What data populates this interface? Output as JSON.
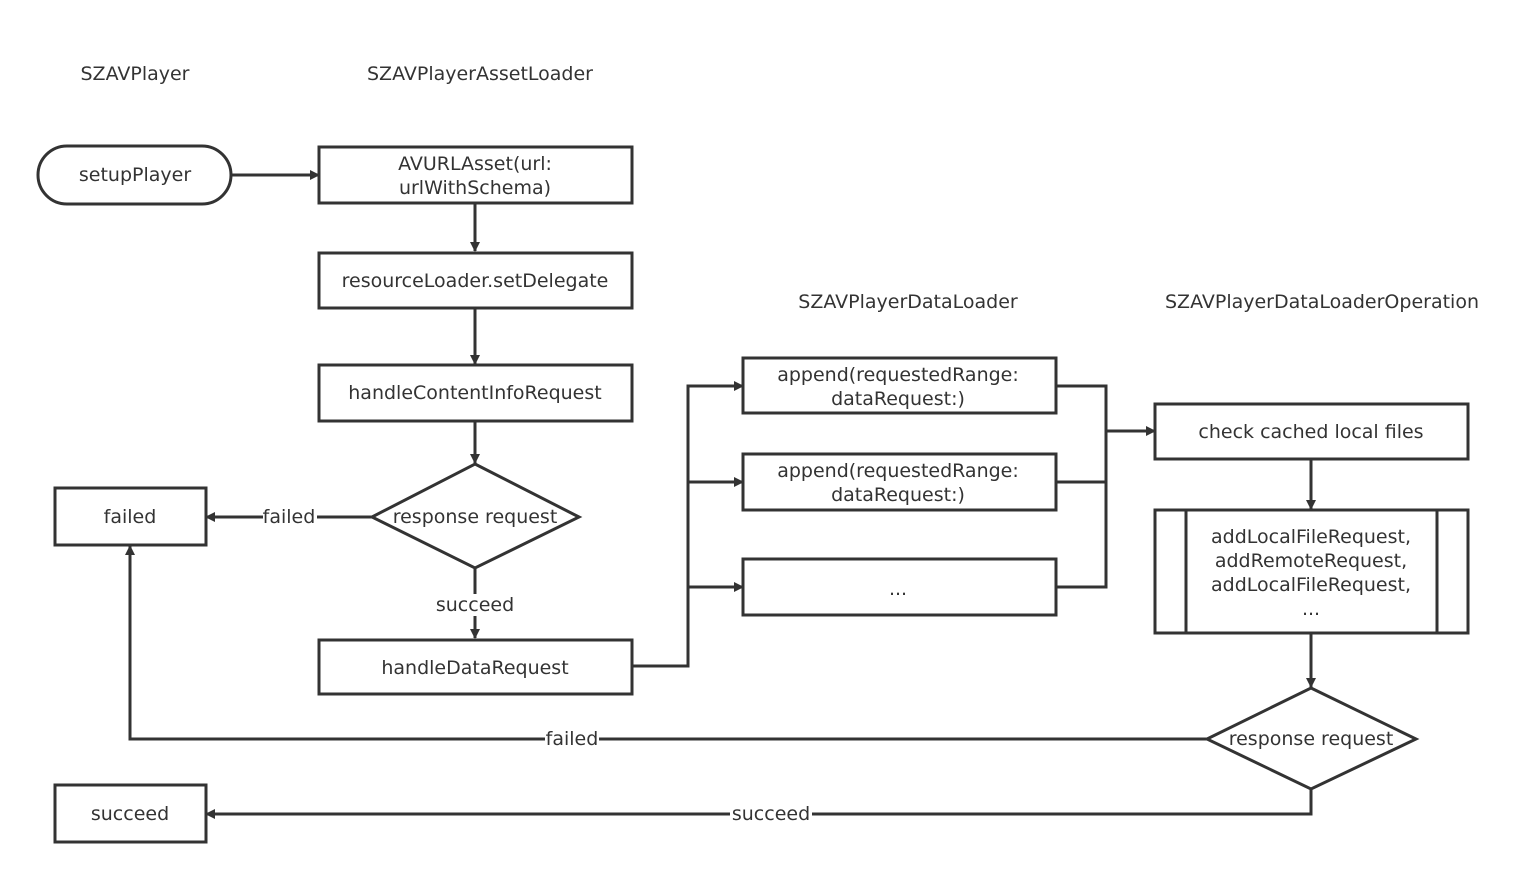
{
  "headers": {
    "player": "SZAVPlayer",
    "asset_loader": "SZAVPlayerAssetLoader",
    "data_loader": "SZAVPlayerDataLoader",
    "data_loader_operation": "SZAVPlayerDataLoaderOperation"
  },
  "nodes": {
    "setup_player": [
      "setupPlayer"
    ],
    "avurl_asset": [
      "AVURLAsset(url:",
      "urlWithSchema)"
    ],
    "set_delegate": [
      "resourceLoader.setDelegate"
    ],
    "handle_content_info": [
      "handleContentInfoRequest"
    ],
    "response_request_1": [
      "response request"
    ],
    "failed": [
      "failed"
    ],
    "handle_data_request": [
      "handleDataRequest"
    ],
    "append_1": [
      "append(requestedRange:",
      "dataRequest:)"
    ],
    "append_2": [
      "append(requestedRange:",
      "dataRequest:)"
    ],
    "append_3": [
      "..."
    ],
    "check_cached": [
      "check cached local files"
    ],
    "add_requests": [
      "addLocalFileRequest,",
      "addRemoteRequest,",
      "addLocalFileRequest,",
      "..."
    ],
    "response_request_2": [
      "response request"
    ],
    "succeed": [
      "succeed"
    ]
  },
  "edge_labels": {
    "rr1_failed": "failed",
    "rr1_succeed": "succeed",
    "rr2_failed": "failed",
    "rr2_succeed": "succeed"
  },
  "colors": {
    "stroke": "#333333",
    "text": "#333333",
    "background": "#ffffff"
  }
}
